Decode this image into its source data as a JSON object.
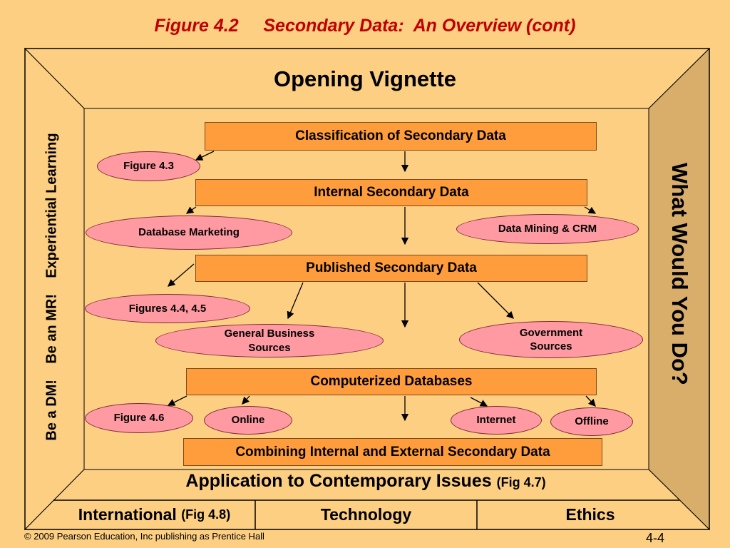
{
  "header": {
    "title": "Figure 4.2     Secondary Data:  An Overview (cont)"
  },
  "frame": {
    "top": "Opening Vignette",
    "left": "Be a DM!    Be an MR!    Experiential Learning",
    "right": "What Would You Do?"
  },
  "boxes": [
    "Classification of Secondary Data",
    "Internal Secondary Data",
    "Published Secondary Data",
    "Computerized Databases",
    "Combining Internal and External Secondary Data"
  ],
  "ovals": {
    "fig43": "Figure 4.3",
    "database_marketing": "Database Marketing",
    "data_mining": "Data Mining & CRM",
    "fig44": "Figures 4.4, 4.5",
    "general_business_1": "General Business",
    "general_business_2": "Sources",
    "government_1": "Government",
    "government_2": "Sources",
    "fig46": "Figure 4.6",
    "online": "Online",
    "internet": "Internet",
    "offline": "Offline"
  },
  "bottom": {
    "application": "Application to Contemporary Issues",
    "application_ref": "(Fig 4.7)",
    "international": "International",
    "international_ref": "(Fig 4.8)",
    "technology": "Technology",
    "ethics": "Ethics"
  },
  "footer": {
    "copyright": "© 2009 Pearson Education, Inc publishing as Prentice Hall",
    "page": "4-4"
  },
  "colors": {
    "background": "#fdcf83",
    "title": "#c00000",
    "box_fill": "#ff9c3c",
    "oval_fill": "#ff9aa2",
    "frame_side": "#d9ad6a"
  }
}
